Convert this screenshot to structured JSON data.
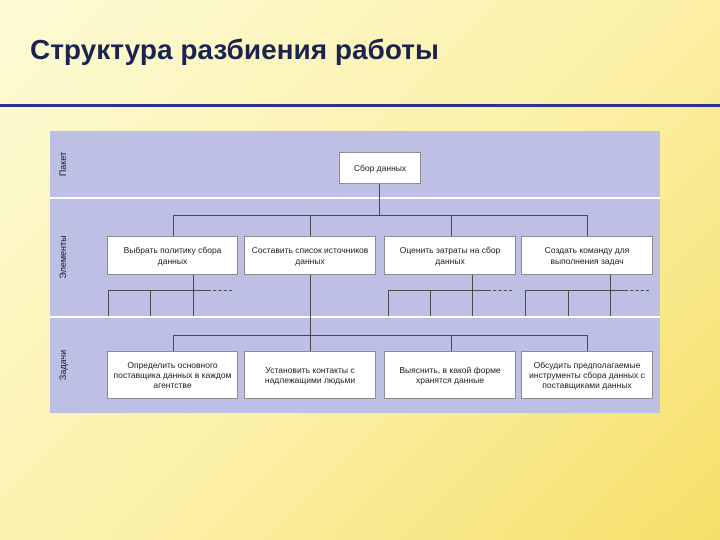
{
  "slide": {
    "title": "Структура разбиения работы"
  },
  "bands": {
    "package": "Пакет",
    "elements": "Элементы",
    "tasks": "Задачи"
  },
  "nodes": {
    "root": "Сбор данных",
    "elements": [
      "Выбрать политику сбора данных",
      "Составить список источников данных",
      "Оценить затраты на сбор данных",
      "Создать команду для выполнения задач"
    ],
    "tasks": [
      "Определить основного поставщика данных в каждом агентстве",
      "Установить контакты с надлежащими людьми",
      "Выяснить, в какой форме хранятся данные",
      "Обсудить предполагаемые инструменты сбора данных с поставщиками данных"
    ]
  },
  "colors": {
    "panel": "#bdbfe4",
    "title": "#1c2351",
    "rule": "#2e3190"
  }
}
